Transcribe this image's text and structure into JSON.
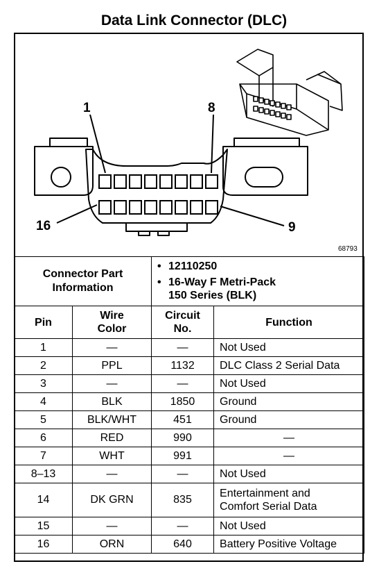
{
  "title": "Data Link Connector (DLC)",
  "diagram": {
    "pin_label_1": "1",
    "pin_label_8": "8",
    "pin_label_9": "9",
    "pin_label_16": "16",
    "figure_number": "68793"
  },
  "connector_info": {
    "label_line1": "Connector Part",
    "label_line2": "Information",
    "part_number": "12110250",
    "description_line1": "16-Way F Metri-Pack",
    "description_line2": "150 Series (BLK)"
  },
  "table": {
    "headers": {
      "pin": "Pin",
      "wire_line1": "Wire",
      "wire_line2": "Color",
      "circuit_line1": "Circuit",
      "circuit_line2": "No.",
      "function": "Function"
    },
    "rows": [
      {
        "pin": "1",
        "wire": "—",
        "circuit": "—",
        "function": "Not Used"
      },
      {
        "pin": "2",
        "wire": "PPL",
        "circuit": "1132",
        "function": "DLC Class 2 Serial Data"
      },
      {
        "pin": "3",
        "wire": "—",
        "circuit": "—",
        "function": "Not Used"
      },
      {
        "pin": "4",
        "wire": "BLK",
        "circuit": "1850",
        "function": "Ground"
      },
      {
        "pin": "5",
        "wire": "BLK/WHT",
        "circuit": "451",
        "function": "Ground"
      },
      {
        "pin": "6",
        "wire": "RED",
        "circuit": "990",
        "function": "—"
      },
      {
        "pin": "7",
        "wire": "WHT",
        "circuit": "991",
        "function": "—"
      },
      {
        "pin": "8–13",
        "wire": "—",
        "circuit": "—",
        "function": "Not Used"
      },
      {
        "pin": "14",
        "wire": "DK GRN",
        "circuit": "835",
        "function_line1": "Entertainment and",
        "function_line2": "Comfort Serial Data"
      },
      {
        "pin": "15",
        "wire": "—",
        "circuit": "—",
        "function": "Not Used"
      },
      {
        "pin": "16",
        "wire": "ORN",
        "circuit": "640",
        "function": "Battery Positive Voltage"
      }
    ]
  }
}
